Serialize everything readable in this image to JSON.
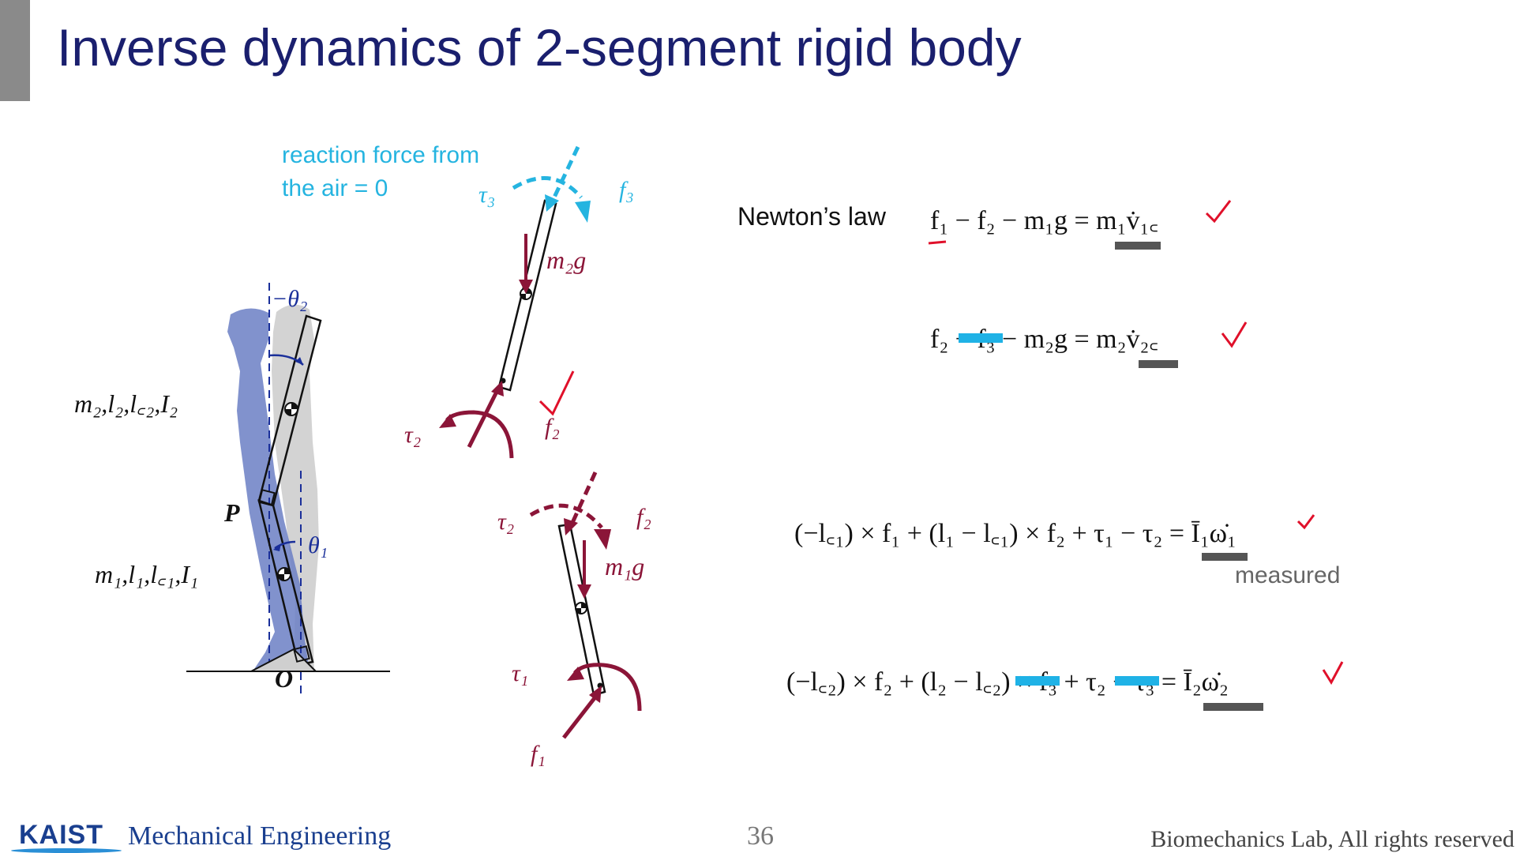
{
  "title": "Inverse dynamics of 2-segment rigid body",
  "annotation_reaction": {
    "line1": "reaction force from",
    "line2": "the air = 0"
  },
  "newton_label": "Newton’s law",
  "measured_label": "measured",
  "figure_labels": {
    "theta2": "−θ₂",
    "theta1": "θ₁",
    "seg2_params": "m₂,l₂,l꜀₂,I₂",
    "seg1_params": "m₁,l₁,l꜀₁,I₁",
    "point_p": "P",
    "point_o": "O",
    "tau3": "τ₃",
    "f3": "f₃",
    "m2g": "m₂g",
    "tau2_top": "τ₂",
    "f2_top": "f₂",
    "tau2_bottom": "τ₂",
    "f2_bottom": "f₂",
    "m1g": "m₁g",
    "tau1": "τ₁",
    "f1": "f₁"
  },
  "equations": {
    "eq1": "f₁ − f₂ − m₁g = m₁v̇₁꜀",
    "eq2": "f₂ − f₃ − m₂g = m₂v̇₂꜀",
    "eq3": "(−l꜀₁) × f₁ + (l₁ − l꜀₁) × f₂ + τ₁ − τ₂ = Ī₁ω̇₁",
    "eq4": "(−l꜀₂) × f₂ + (l₂ − l꜀₂) × f₃ + τ₂ − τ₃ = Ī₂ω̇₂"
  },
  "footer": {
    "logo": "KAIST",
    "department": "Mechanical Engineering",
    "page_number": "36",
    "rights": "Biomechanics Lab, All rights reserved"
  },
  "colors": {
    "title": "#1a1f6e",
    "reaction_cyan": "#25b4e0",
    "force_maroon": "#8b1538",
    "check_red": "#e0102a",
    "highlight_gray": "#555555",
    "highlight_cyan": "#1fb2e6",
    "angle_blue": "#1a2f9a"
  },
  "icons": {
    "check": "check-mark-icon"
  }
}
